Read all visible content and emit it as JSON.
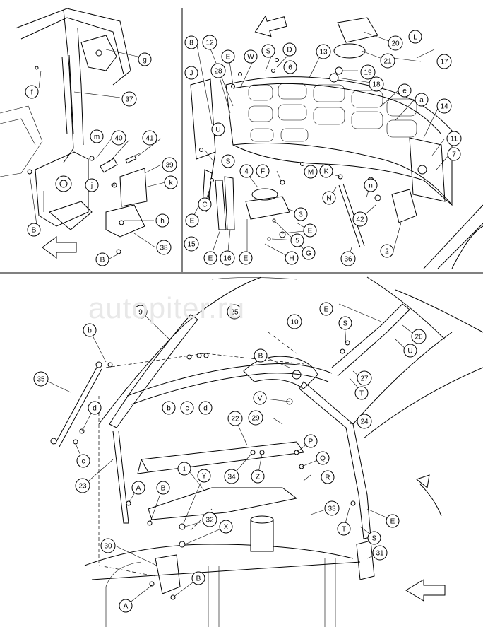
{
  "watermark": "autopiter.ru",
  "callouts": {
    "top_left": [
      "g",
      "f",
      "37",
      "m",
      "40",
      "41",
      "39",
      "j",
      "k",
      "h",
      "38",
      "B",
      "B"
    ],
    "top_right": [
      "8",
      "12",
      "E",
      "W",
      "D",
      "S",
      "6",
      "28",
      "J",
      "U",
      "13",
      "L",
      "20",
      "21",
      "19",
      "17",
      "18",
      "e",
      "a",
      "14",
      "11",
      "7",
      "S",
      "4",
      "F",
      "K",
      "N",
      "n",
      "E",
      "C",
      "E",
      "M",
      "3",
      "42",
      "2",
      "E",
      "5",
      "G",
      "15",
      "16",
      "E",
      "H",
      "36"
    ],
    "bottom": [
      "9",
      "b",
      "25",
      "10",
      "E",
      "S",
      "26",
      "U",
      "B",
      "35",
      "27",
      "T",
      "V",
      "d",
      "b",
      "c",
      "d",
      "29",
      "22",
      "P",
      "24",
      "Q",
      "c",
      "23",
      "1",
      "34",
      "Z",
      "R",
      "A",
      "B",
      "Y",
      "33",
      "E",
      "T",
      "32",
      "X",
      "S",
      "30",
      "31",
      "B",
      "A"
    ]
  }
}
